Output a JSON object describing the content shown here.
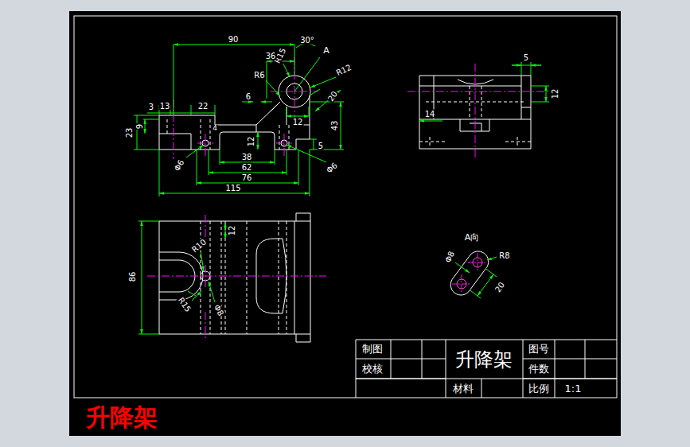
{
  "diagram": {
    "title": "升降架",
    "labels": [
      "90",
      "30°",
      "A",
      "R15",
      "36",
      "R6",
      "R12",
      "6",
      "20",
      "12",
      "3",
      "13",
      "22",
      "4",
      "43",
      "23",
      "9",
      "12",
      "5",
      "Φ6",
      "38",
      "62",
      "76",
      "115",
      "Φ6",
      "5",
      "12",
      "14",
      "86",
      "12",
      "R10",
      "R15",
      "Φ8",
      "A向",
      "Φ8",
      "R8",
      "20",
      "制图",
      "校核",
      "升降架",
      "图号",
      "件数",
      "材料",
      "比例",
      "1:1"
    ]
  }
}
